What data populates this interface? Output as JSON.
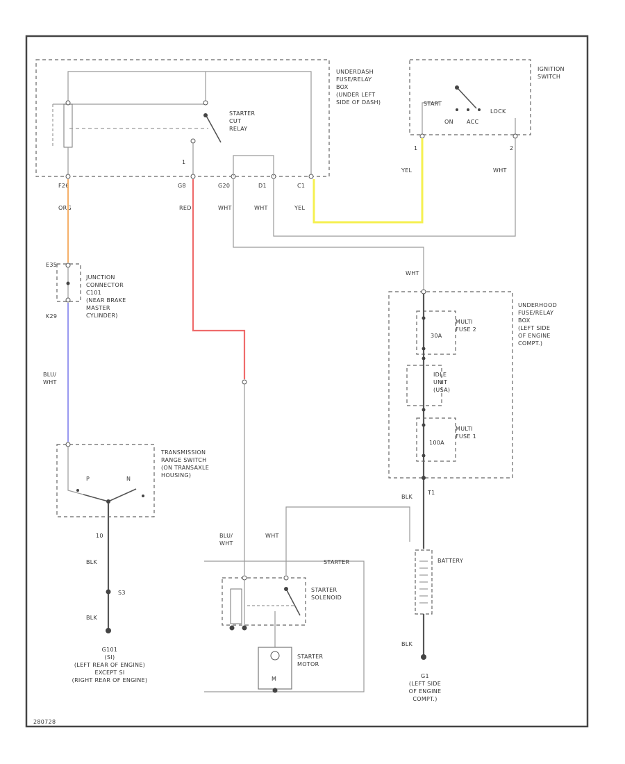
{
  "colors": {
    "orange": "#f5b06a",
    "blue": "#9898f0",
    "red": "#ef6b6b",
    "yellow": "#f5f050",
    "wire_gray": "#9a9a9a"
  },
  "fuse_box": {
    "title": [
      "UNDERDASH",
      "FUSE/RELAY",
      "BOX",
      "(UNDER LEFT",
      "SIDE OF DASH)"
    ],
    "relay": [
      "STARTER",
      "CUT",
      "RELAY"
    ],
    "pins": [
      "F26",
      "G8",
      "G20",
      "D1",
      "C1"
    ],
    "pin_1": "1"
  },
  "ign_switch": {
    "title": [
      "IGNITION",
      "SWITCH"
    ],
    "positions": [
      "START",
      "ON",
      "ACC",
      "LOCK"
    ],
    "pins": [
      "1",
      "2"
    ],
    "wires": [
      "YEL",
      "WHT"
    ]
  },
  "wires_top": [
    "ORG",
    "RED",
    "WHT",
    "WHT",
    "YEL"
  ],
  "junction": {
    "pins": [
      "E35",
      "K29"
    ],
    "title": [
      "JUNCTION",
      "CONNECTOR",
      "C101",
      "(NEAR BRAKE",
      "MASTER",
      "CYLINDER)"
    ]
  },
  "wire_blu_wht": [
    "BLU/",
    "WHT"
  ],
  "trans_switch": [
    "TRANSMISSION",
    "RANGE SWITCH",
    "(ON TRANSAXLE",
    "HOUSING)"
  ],
  "trans_positions": [
    "P",
    "N"
  ],
  "ground_left": {
    "pin_10": "10",
    "wire1": "BLK",
    "splice": "S3",
    "wire2": "BLK",
    "label": [
      "G101",
      "(SI)",
      "(LEFT REAR OF ENGINE)",
      "EXCEPT SI",
      "(RIGHT REAR OF ENGINE)"
    ]
  },
  "wht_label": "WHT",
  "underhood": {
    "title": [
      "UNDERHOOD",
      "FUSE/RELAY",
      "BOX",
      "(LEFT SIDE",
      "OF ENGINE",
      "COMPT.)"
    ],
    "fuse2": {
      "rating": "30A",
      "label": [
        "MULTI",
        "FUSE 2"
      ]
    },
    "idle": [
      "IDLE",
      "UNIT",
      "(USA)"
    ],
    "fuse1": {
      "rating": "100A",
      "label": [
        "MULTI",
        "FUSE 1"
      ]
    },
    "pin_t1": "T1"
  },
  "battery": {
    "wire_top": "BLK",
    "label": "BATTERY",
    "wire_bottom": "BLK"
  },
  "ground_right": [
    "G1",
    "(LEFT SIDE",
    "OF ENGINE",
    "COMPT.)"
  ],
  "starter_area": {
    "wire_left": [
      "BLU/",
      "WHT"
    ],
    "wire_right": "WHT",
    "title": "STARTER",
    "solenoid": [
      "STARTER",
      "SOLENOID"
    ],
    "motor": [
      "STARTER",
      "MOTOR"
    ],
    "motor_symbol": "M"
  },
  "code": "280728"
}
